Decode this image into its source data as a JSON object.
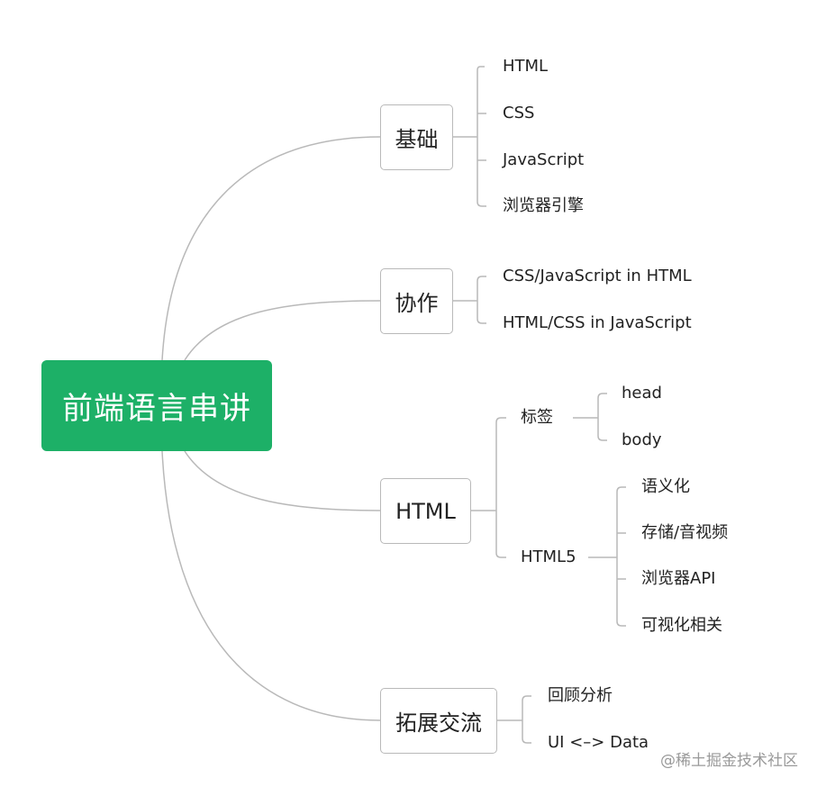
{
  "root": {
    "label": "前端语言串讲",
    "color": "#1db067"
  },
  "branches": [
    {
      "label": "基础",
      "leaves": [
        "HTML",
        "CSS",
        "JavaScript",
        "浏览器引擎"
      ]
    },
    {
      "label": "协作",
      "leaves": [
        "CSS/JavaScript in HTML",
        "HTML/CSS in JavaScript"
      ]
    },
    {
      "label": "HTML",
      "subs": [
        {
          "label": "标签",
          "leaves": [
            "head",
            "body"
          ]
        },
        {
          "label": "HTML5",
          "leaves": [
            "语义化",
            "存储/音视频",
            "浏览器API",
            "可视化相关"
          ]
        }
      ]
    },
    {
      "label": "拓展交流",
      "leaves": [
        "回顾分析",
        "UI <–> Data"
      ]
    }
  ],
  "watermark": "@稀土掘金技术社区",
  "line_color": "#b9b9b9"
}
